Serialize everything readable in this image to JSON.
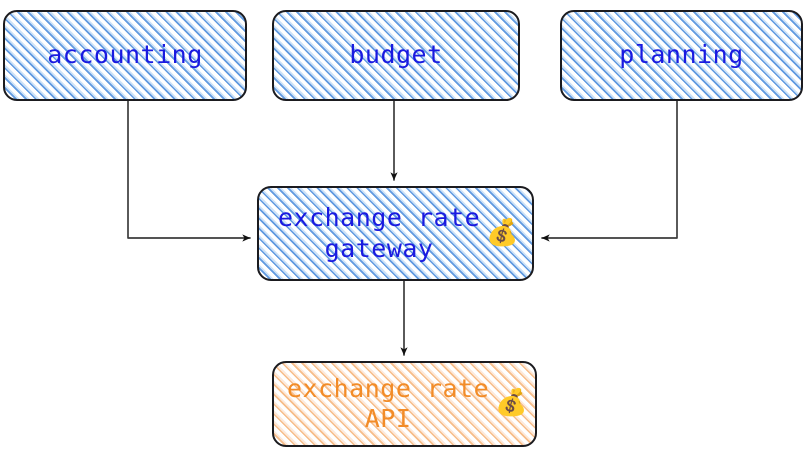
{
  "diagram": {
    "type": "architecture-flow",
    "background_color": "#ffffff",
    "nodes": [
      {
        "id": "accounting",
        "label": "accounting",
        "emoji": "",
        "text_color": "#1a1ae0",
        "fill_style": "hatched-blue",
        "hatch_color": "#5b96df",
        "border_color": "#1b1b1f"
      },
      {
        "id": "budget",
        "label": "budget",
        "emoji": "",
        "text_color": "#1a1ae0",
        "fill_style": "hatched-blue",
        "hatch_color": "#5b96df",
        "border_color": "#1b1b1f"
      },
      {
        "id": "planning",
        "label": "planning",
        "emoji": "",
        "text_color": "#1a1ae0",
        "fill_style": "hatched-blue",
        "hatch_color": "#5b96df",
        "border_color": "#1b1b1f"
      },
      {
        "id": "gateway",
        "label": "exchange rate\ngateway",
        "emoji": "💰",
        "text_color": "#1a1ae0",
        "fill_style": "hatched-blue",
        "hatch_color": "#5b96df",
        "border_color": "#1b1b1f"
      },
      {
        "id": "api",
        "label": "exchange rate\nAPI",
        "emoji": "💰",
        "text_color": "#f28c28",
        "fill_style": "hatched-orange",
        "hatch_color": "#f5b276",
        "border_color": "#1b1b1f"
      }
    ],
    "edges": [
      {
        "id": "accounting-to-gateway",
        "from": "accounting",
        "to": "gateway",
        "label": "",
        "color": "#3d3d3d"
      },
      {
        "id": "budget-to-gateway",
        "from": "budget",
        "to": "gateway",
        "label": "",
        "color": "#3d3d3d"
      },
      {
        "id": "planning-to-gateway",
        "from": "planning",
        "to": "gateway",
        "label": "",
        "color": "#3d3d3d"
      },
      {
        "id": "gateway-to-api",
        "from": "gateway",
        "to": "api",
        "label": "",
        "color": "#3d3d3d"
      }
    ]
  }
}
